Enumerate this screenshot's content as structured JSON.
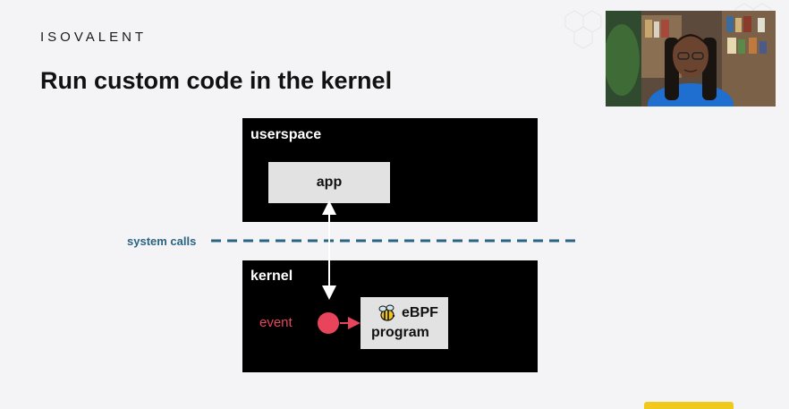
{
  "slide": {
    "brand": "ISOVALENT",
    "title": "Run custom code in the kernel"
  },
  "diagram": {
    "userspace_label": "userspace",
    "app_label": "app",
    "system_calls_label": "system calls",
    "kernel_label": "kernel",
    "event_label": "event",
    "ebpf_line1": "eBPF",
    "ebpf_line2": "program"
  },
  "colors": {
    "background": "#f4f4f6",
    "box": "#000000",
    "inner_box": "#e2e2e2",
    "syscall_line": "#2a6484",
    "event": "#e8445c"
  },
  "icons": {
    "ebpf_logo": "bee-icon"
  }
}
